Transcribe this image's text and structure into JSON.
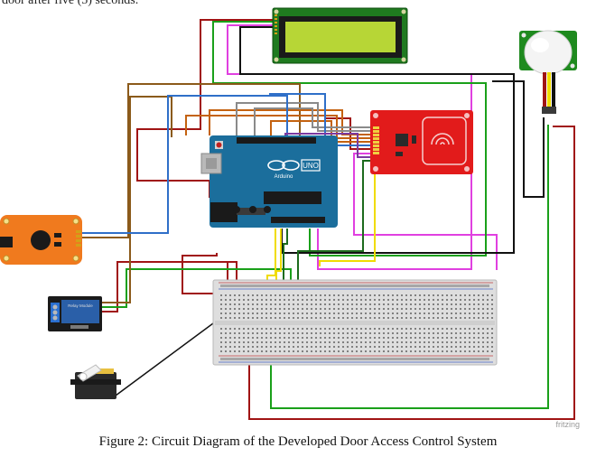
{
  "page": {
    "top_fragment": "door after five (5) seconds.",
    "caption": "Figure 2: Circuit Diagram of the Developed Door Access Control System",
    "watermark": "fritzing"
  },
  "components": {
    "lcd": {
      "icon": "lcd-16x2-display"
    },
    "rfid": {
      "icon": "rfid-reader-module"
    },
    "pir": {
      "icon": "pir-motion-sensor"
    },
    "arduino": {
      "icon": "arduino-uno-board",
      "logo": "UNO",
      "brand": "Arduino"
    },
    "voice_module": {
      "icon": "voice-recognition-module"
    },
    "relay": {
      "icon": "relay-module",
      "label": "Relay Module"
    },
    "servo": {
      "icon": "servo-motor"
    },
    "breadboard": {
      "icon": "breadboard"
    }
  },
  "colors": {
    "red": "#a01414",
    "orange": "#c46210",
    "brown": "#8b5a1a",
    "green": "#1aa01a",
    "blue": "#2f6fc8",
    "magenta": "#e040e0",
    "black": "#111111",
    "gray": "#8a8a8a",
    "yellow": "#f0dc00",
    "darkgreen": "#1d6b1d"
  }
}
